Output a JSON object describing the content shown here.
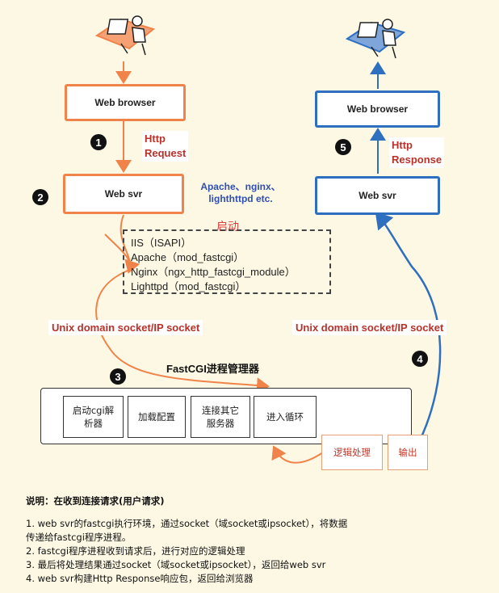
{
  "colors": {
    "orange": "#f0834a",
    "blue": "#2f6fc0",
    "red_text": "#b8322a",
    "background": "#fdf8e4"
  },
  "icons": {
    "left_user": "user-at-computer-icon",
    "right_user": "user-at-computer-icon"
  },
  "left": {
    "browser": "Web browser",
    "server": "Web svr",
    "request_label_1": "Http",
    "request_label_2": "Request",
    "step1": "1",
    "step2": "2"
  },
  "right": {
    "browser": "Web browser",
    "server": "Web svr",
    "response_label_1": "Http",
    "response_label_2": "Response",
    "step5": "5",
    "step4": "4"
  },
  "servers_note": {
    "line1": "Apache、nginx、",
    "line2": "lighthttpd etc."
  },
  "startup_label": "启动",
  "modules": [
    "IIS（ISAPI）",
    "Apache（mod_fastcgi）",
    "Nginx（ngx_http_fastcgi_module）",
    "Lighttpd（mod_fastcgi）"
  ],
  "socket_left": "Unix domain socket/IP socket",
  "socket_right": "Unix domain socket/IP socket",
  "step3": "3",
  "manager_title": "FastCGI进程管理器",
  "steps": {
    "start_line1": "启动cgi解",
    "start_line2": "析器",
    "load_config": "加载配置",
    "connect_line1": "连接其它",
    "connect_line2": "服务器",
    "enter_loop": "进入循环",
    "logic": "逻辑处理",
    "output": "输出"
  },
  "description": {
    "title": "说明：在收到连接请求(用户请求)",
    "line1a": "1. web svr的fastcgi执行环境，通过socket（域socket或ipsocket），将数据",
    "line1b": "传递给fastcgi程序进程。",
    "line2": "2. fastcgi程序进程收到请求后，进行对应的逻辑处理",
    "line3": "3. 最后将处理结果通过socket（域socket或ipsocket），返回给web svr",
    "line4": "4. web svr构建Http Response响应包，返回给浏览器"
  }
}
